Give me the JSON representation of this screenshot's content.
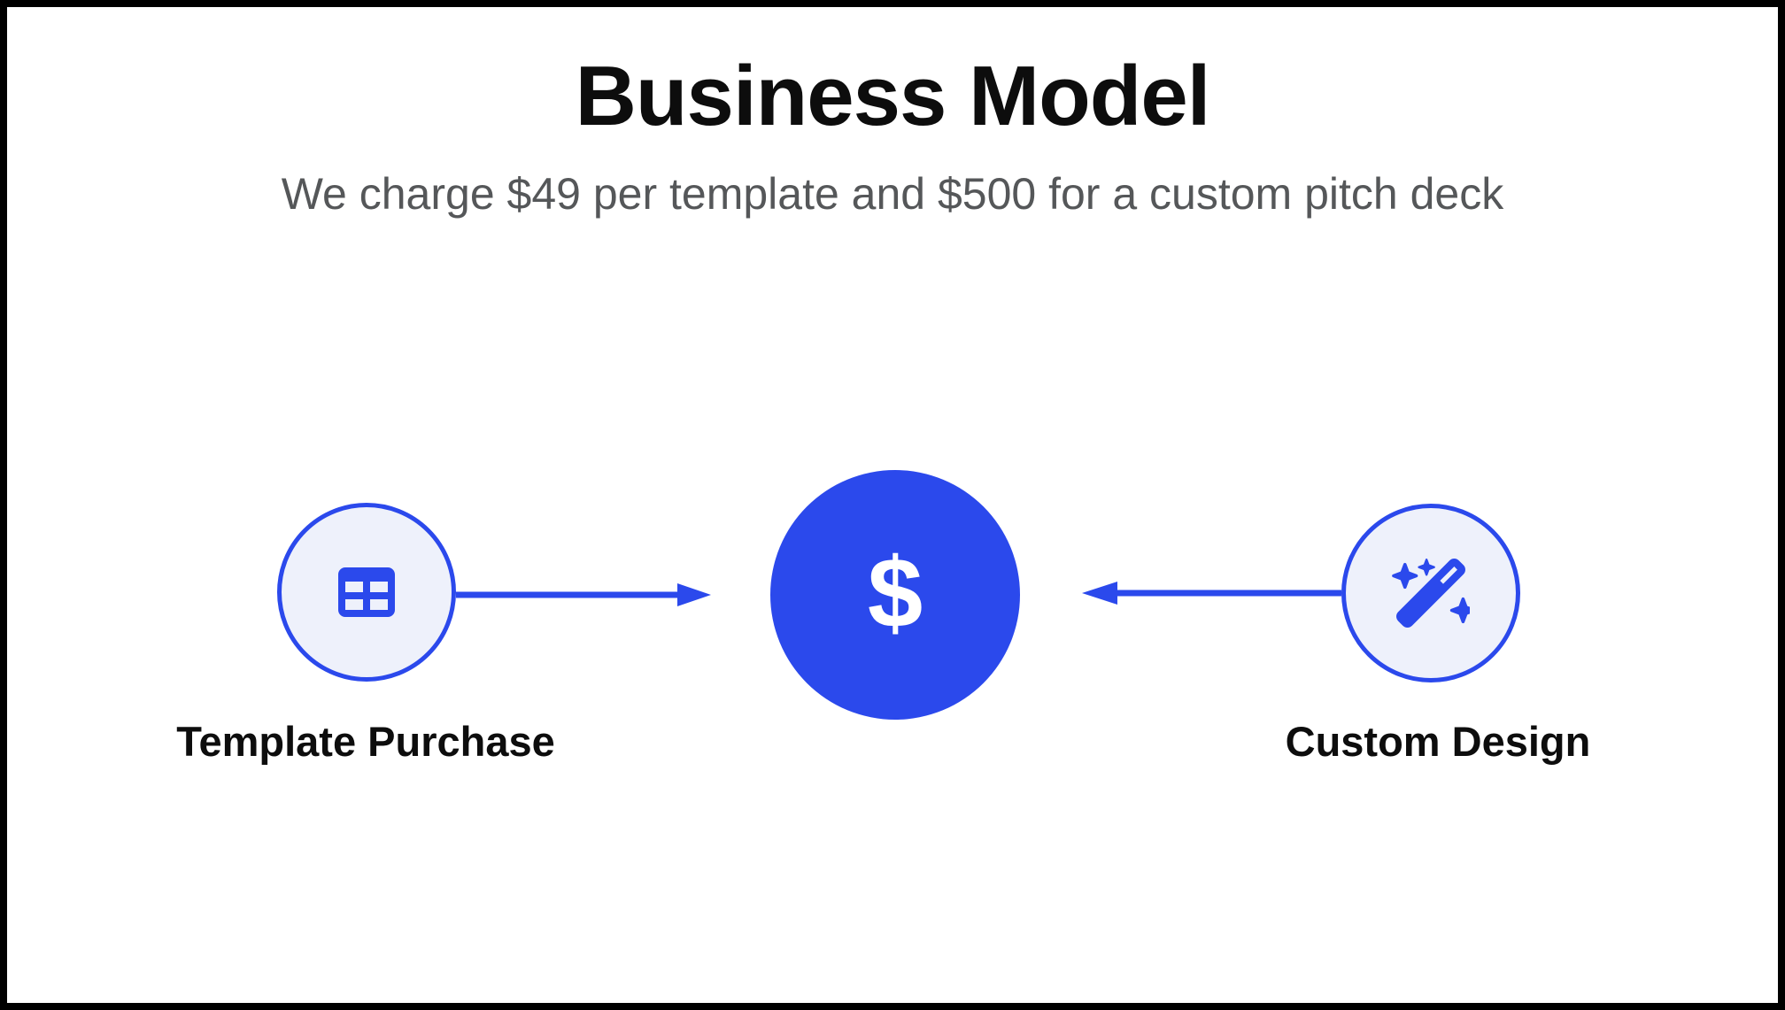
{
  "slide": {
    "title": "Business Model",
    "subtitle": "We charge $49 per template and $500 for a custom pitch deck",
    "diagram": {
      "left_node": {
        "icon": "table-icon",
        "label": "Template Purchase"
      },
      "center_node": {
        "icon": "dollar-sign-icon",
        "symbol": "$"
      },
      "right_node": {
        "icon": "magic-wand-sparkles-icon",
        "label": "Custom Design"
      },
      "arrows": {
        "left_arrow_direction": "left-to-center",
        "right_arrow_direction": "right-to-center"
      }
    },
    "colors": {
      "accent_blue": "#2B49EC",
      "node_fill_light": "#EEF1FB",
      "title_text": "#0D0D0D",
      "subtitle_text": "#555759",
      "frame": "#000000"
    }
  }
}
